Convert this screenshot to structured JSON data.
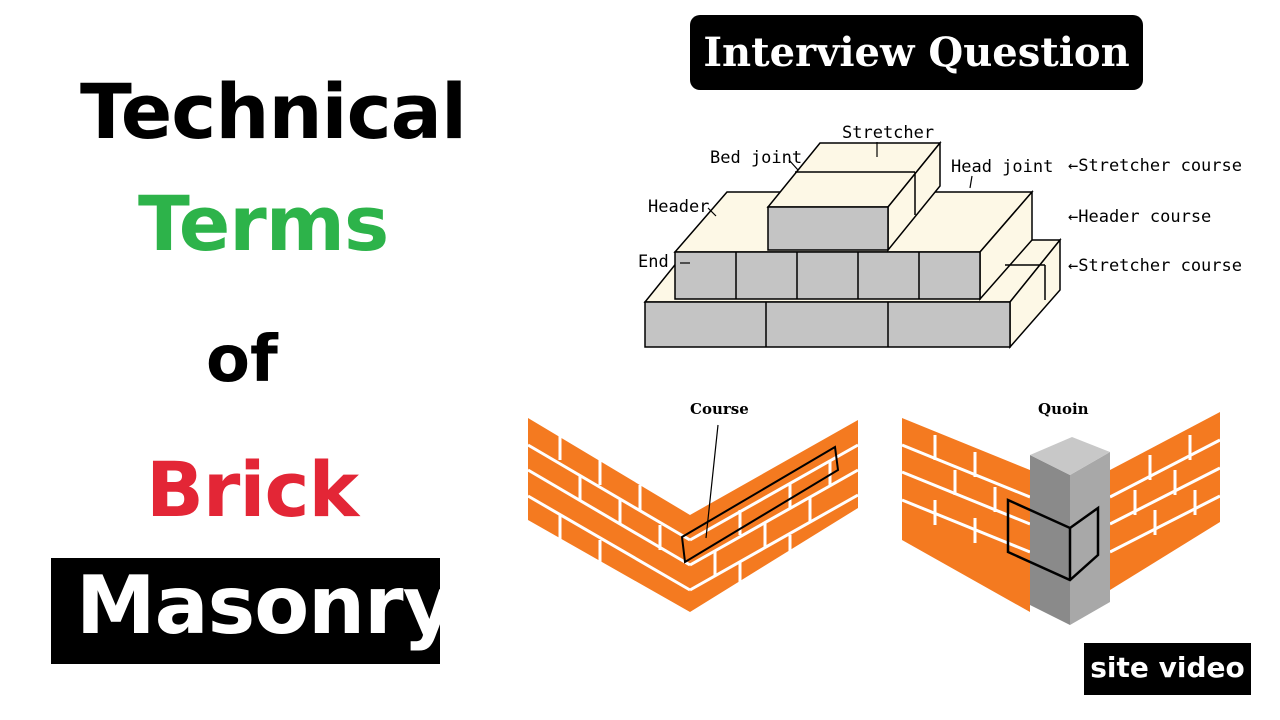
{
  "title": {
    "line1": "Technical",
    "line2": "Terms",
    "line3": "of",
    "line4": "Brick",
    "line5": "Masonry"
  },
  "badge": "Interview Question",
  "footer_badge": "site video",
  "diagram_labels": {
    "stretcher": "Stretcher",
    "bed_joint": "Bed joint",
    "head_joint": "Head joint",
    "header": "Header",
    "end": "End",
    "course1": "←Stretcher course",
    "course2": "←Header course",
    "course3": "←Stretcher course",
    "course": "Course",
    "quoin": "Quoin"
  },
  "colors": {
    "terms": "#2db34a",
    "brick": "#e32636",
    "brick_orange": "#f47a20",
    "block_grey": "#c0c0c0"
  }
}
